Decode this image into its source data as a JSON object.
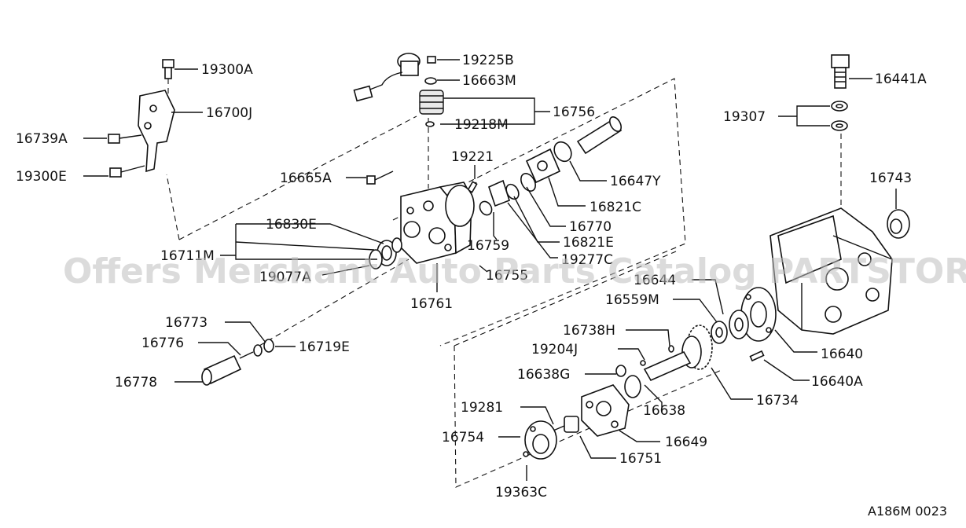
{
  "watermark": "Offers Merchant Auto Parts Catalog PARTSTORE USA",
  "reference": "A186M 0023",
  "labels": {
    "l19300A": "19300A",
    "l16700J": "16700J",
    "l16739A": "16739A",
    "l19300E": "19300E",
    "l19225B": "19225B",
    "l16663M": "16663M",
    "l16756": "16756",
    "l19218M": "19218M",
    "l19221": "19221",
    "l16665A": "16665A",
    "l16647Y": "16647Y",
    "l16821C": "16821C",
    "l16770": "16770",
    "l16830E": "16830E",
    "l16711M": "16711M",
    "l16759": "16759",
    "l16821E": "16821E",
    "l19277C": "19277C",
    "l19077A": "19077A",
    "l16755": "16755",
    "l16761": "16761",
    "l16773": "16773",
    "l16776": "16776",
    "l16719E": "16719E",
    "l16778": "16778",
    "l16441A": "16441A",
    "l19307": "19307",
    "l16743": "16743",
    "l16644": "16644",
    "l16559M": "16559M",
    "l16738H": "16738H",
    "l19204J": "19204J",
    "l16638G": "16638G",
    "l16640": "16640",
    "l16640A": "16640A",
    "l16734": "16734",
    "l16638": "16638",
    "l19281": "19281",
    "l16649": "16649",
    "l16754": "16754",
    "l16751": "16751",
    "l19363C": "19363C"
  }
}
